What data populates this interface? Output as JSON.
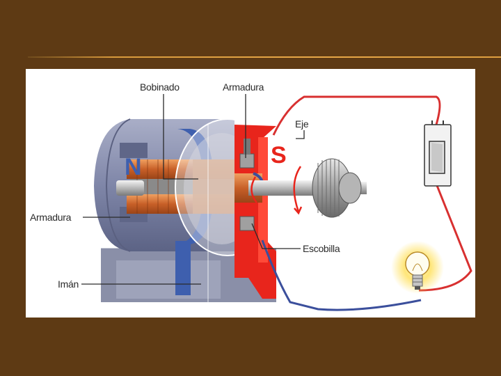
{
  "diagram": {
    "labels": {
      "bobinado": "Bobinado",
      "armadura_top": "Armadura",
      "eje": "Eje",
      "armadura_left": "Armadura",
      "escobilla": "Escobilla",
      "iman": "Imán"
    },
    "poles": {
      "north": "N",
      "south": "S"
    }
  },
  "colors": {
    "background": "#5e3a14",
    "rule": "#e0a040",
    "north_pole": "#3e5fae",
    "south_pole": "#e8251c",
    "positive_wire": "#d83030",
    "negative_wire": "#3b4f9c",
    "bulb_glow": "#ffe36a"
  }
}
